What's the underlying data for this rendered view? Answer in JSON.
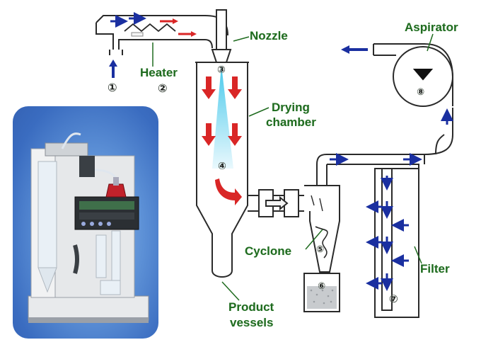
{
  "labels": {
    "nozzle": "Nozzle",
    "aspirator": "Aspirator",
    "heater": "Heater",
    "drying_line1": "Drying",
    "drying_line2": "chamber",
    "cyclone": "Cyclone",
    "filter": "Filter",
    "product_line1": "Product",
    "product_line2": "vessels"
  },
  "markers": [
    "①",
    "②",
    "③",
    "④",
    "⑤",
    "⑥",
    "⑦",
    "⑧"
  ],
  "colors": {
    "label_green": "#1f6b1f",
    "flow_blue": "#1a2fa0",
    "hot_red": "#d92626",
    "spray_cyan": "#6fd6ee",
    "outline": "#2a2a2a",
    "photo_bg": "#5c90d6"
  }
}
